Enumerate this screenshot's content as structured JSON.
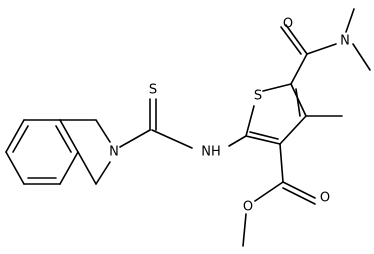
{
  "molecule": {
    "atom_labels": {
      "ring_nitrogen": "N",
      "thioamide_sulfur": "S",
      "amide_nh": "NH",
      "thiophene_sulfur": "S",
      "amide_oxygen": "O",
      "dimethyl_nitrogen": "N",
      "ester_carbonyl_oxygen": "O",
      "ester_ether_oxygen": "O"
    }
  }
}
